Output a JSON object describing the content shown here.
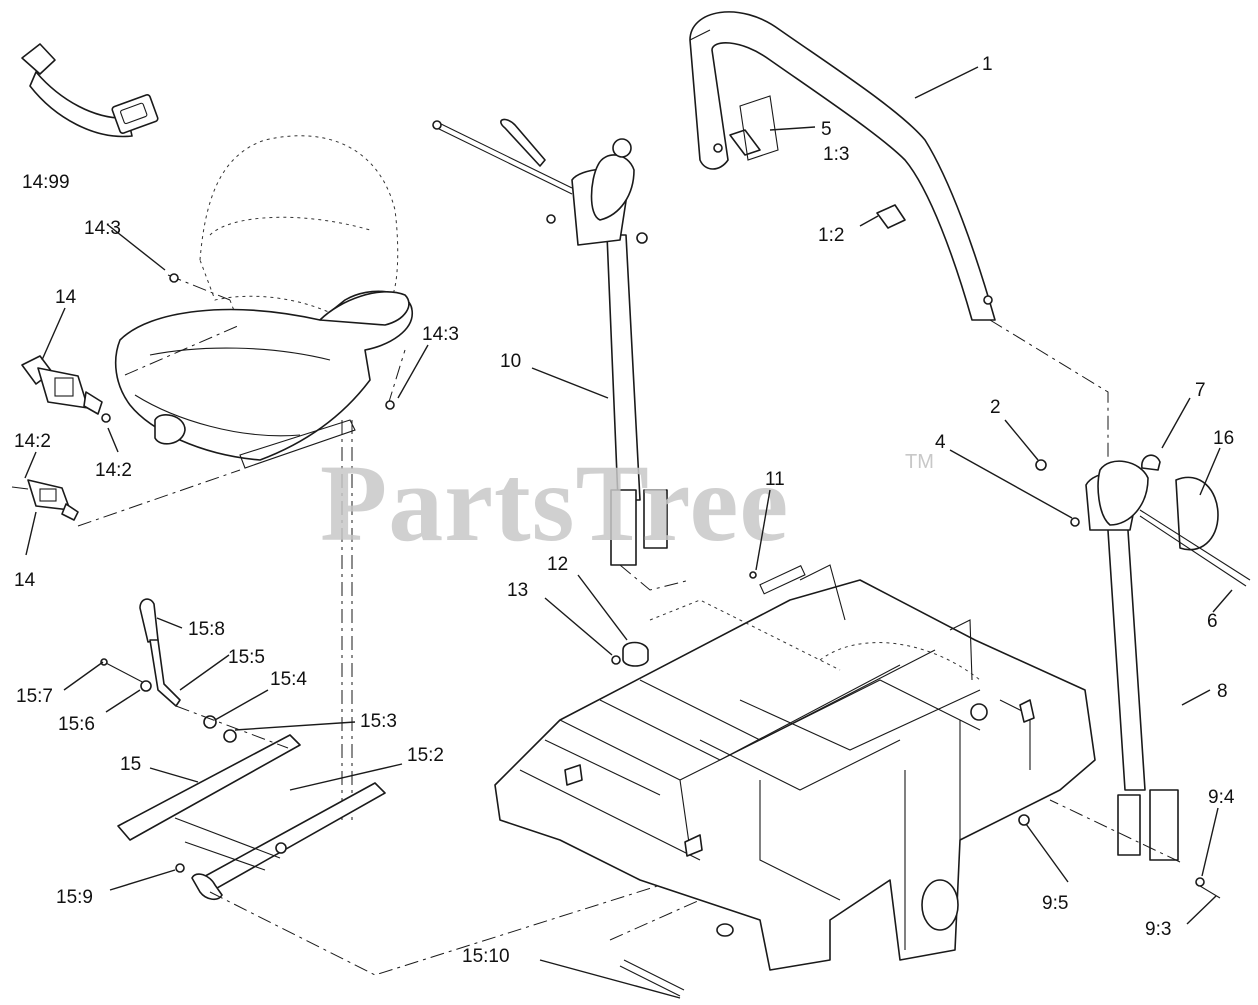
{
  "watermark": {
    "text": "PartsTree",
    "tm": "TM"
  },
  "labels": {
    "l_14_99": "14:99",
    "l_14_3_top": "14:3",
    "l_14_3_right": "14:3",
    "l_14_top": "14",
    "l_14_2_left": "14:2",
    "l_14_2_right": "14:2",
    "l_14_bottom": "14",
    "l_15_8": "15:8",
    "l_15_5": "15:5",
    "l_15_4": "15:4",
    "l_15_7": "15:7",
    "l_15_6": "15:6",
    "l_15_3": "15:3",
    "l_15": "15",
    "l_15_2": "15:2",
    "l_15_9": "15:9",
    "l_15_10": "15:10",
    "l_10": "10",
    "l_11": "11",
    "l_12": "12",
    "l_13": "13",
    "l_1": "1",
    "l_5": "5",
    "l_1_3": "1:3",
    "l_1_2": "1:2",
    "l_2": "2",
    "l_4": "4",
    "l_7": "7",
    "l_16": "16",
    "l_6": "6",
    "l_8": "8",
    "l_9_4": "9:4",
    "l_9_5": "9:5",
    "l_9_3": "9:3"
  }
}
